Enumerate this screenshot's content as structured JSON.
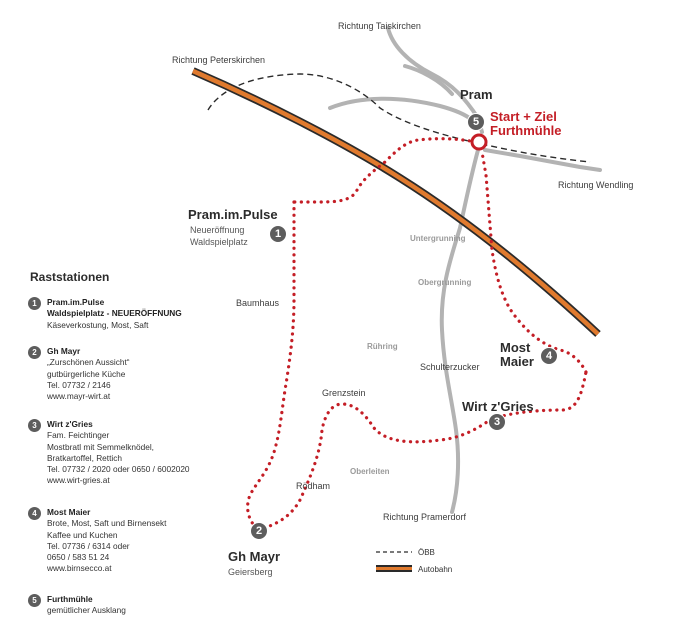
{
  "map": {
    "direction_labels": {
      "taiskirchen": "Richtung Taiskirchen",
      "peterskirchen": "Richtung Peterskirchen",
      "wendling": "Richtung Wendling",
      "pramerdorf": "Richtung Pramerdorf"
    },
    "place_labels": {
      "pram": "Pram",
      "untergrunning": "Untergrunning",
      "obergrunning": "Obergrunning",
      "ruhring": "Rühring",
      "oberleiten": "Oberleiten",
      "baumhaus": "Baumhaus",
      "schulterzucker": "Schulterzucker",
      "grenzstein": "Grenzstein",
      "rodham": "Rödham"
    },
    "stations": [
      {
        "number": "1",
        "title": "Pram.im.Pulse",
        "lines": [
          "Neueröffnung",
          "Waldspielplatz"
        ]
      },
      {
        "number": "2",
        "title": "Gh Mayr",
        "lines": [
          "Geiersberg"
        ]
      },
      {
        "number": "3",
        "title": "Wirt z'Gries",
        "lines": []
      },
      {
        "number": "4",
        "title_lines": [
          "Most",
          "Maier"
        ]
      },
      {
        "number": "5",
        "title_lines": [
          "Start + Ziel",
          "Furthmühle"
        ]
      }
    ],
    "colors": {
      "route": "#c41e26",
      "road": "#b3b3b3",
      "highway_fill": "#e07a2e",
      "highway_edge": "#2a2a2a",
      "marker": "#5d5d5d"
    }
  },
  "legend": {
    "title": "Raststationen",
    "entries": [
      {
        "number": "1",
        "name": "Pram.im.Pulse",
        "sub": "Waldspielplatz - NEUERÖFFNUNG",
        "lines": [
          "Käseverkostung, Most, Saft"
        ]
      },
      {
        "number": "2",
        "name": "Gh Mayr",
        "sub": "",
        "lines": [
          "„Zurschönen Aussicht“",
          "gutbürgerliche Küche",
          "Tel. 07732 / 2146",
          "www.mayr-wirt.at"
        ]
      },
      {
        "number": "3",
        "name": "Wirt z'Gries",
        "sub": "",
        "lines": [
          "Fam. Feichtinger",
          "Mostbratl mit Semmelknödel,",
          "Bratkartoffel, Rettich",
          "Tel. 07732 / 2020 oder 0650 / 6002020",
          "www.wirt-gries.at"
        ]
      },
      {
        "number": "4",
        "name": "Most Maier",
        "sub": "",
        "lines": [
          "Brote, Most, Saft und Birnensekt",
          "Kaffee und Kuchen",
          "Tel. 07736 / 6314 oder",
          "0650 / 583 51 24",
          "www.birnsecco.at"
        ]
      },
      {
        "number": "5",
        "name": "Furthmühle",
        "sub": "",
        "lines": [
          "gemütlicher Ausklang"
        ]
      }
    ],
    "key": {
      "obb": "ÖBB",
      "autobahn": "Autobahn"
    }
  }
}
